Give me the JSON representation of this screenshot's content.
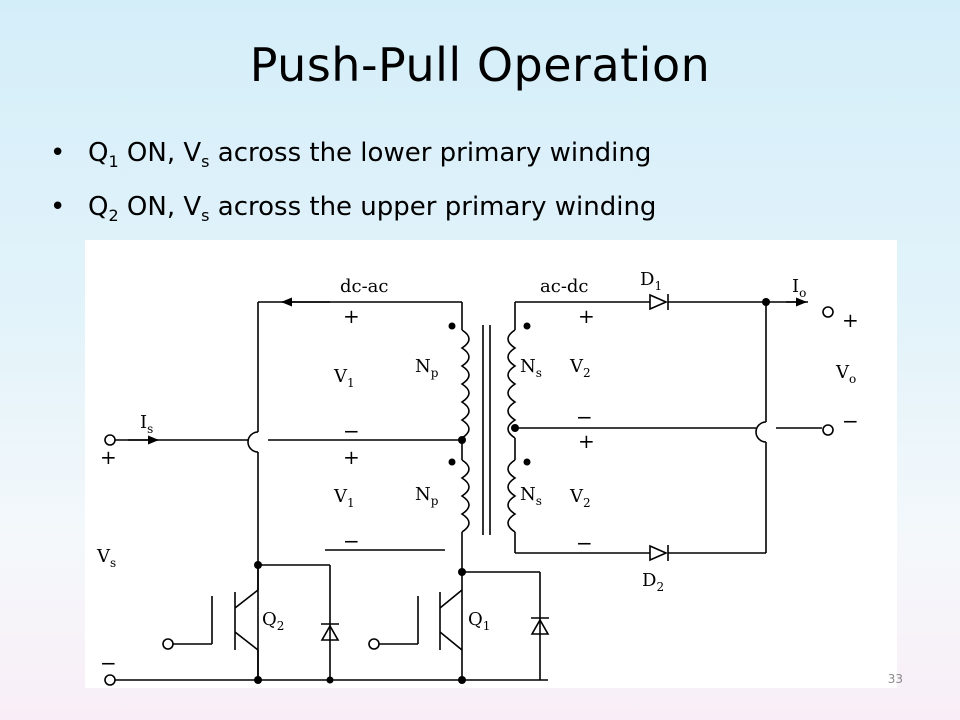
{
  "slide": {
    "title": "Push-Pull Operation",
    "bullets": [
      {
        "pre": "Q",
        "sub1": "1",
        "mid": " ON, V",
        "sub2": "s",
        "post": " across the lower primary winding"
      },
      {
        "pre": "Q",
        "sub1": "2",
        "mid": " ON, V",
        "sub2": "s",
        "post": " across the upper primary winding"
      }
    ],
    "bullet_char": "•",
    "page_number": "33"
  },
  "circuit": {
    "labels": {
      "dc_ac": "dc-ac",
      "ac_dc": "ac-dc",
      "d1": "D",
      "d1_sub": "1",
      "d2": "D",
      "d2_sub": "2",
      "io": "I",
      "io_sub": "o",
      "is": "I",
      "is_sub": "s",
      "vs": "V",
      "vs_sub": "s",
      "vo": "V",
      "vo_sub": "o",
      "v1": "V",
      "v1_sub": "1",
      "v2": "V",
      "v2_sub": "2",
      "np": "N",
      "np_sub": "p",
      "ns": "N",
      "ns_sub": "s",
      "q1": "Q",
      "q1_sub": "1",
      "q2": "Q",
      "q2_sub": "2",
      "plus": "+",
      "minus": "−"
    }
  }
}
